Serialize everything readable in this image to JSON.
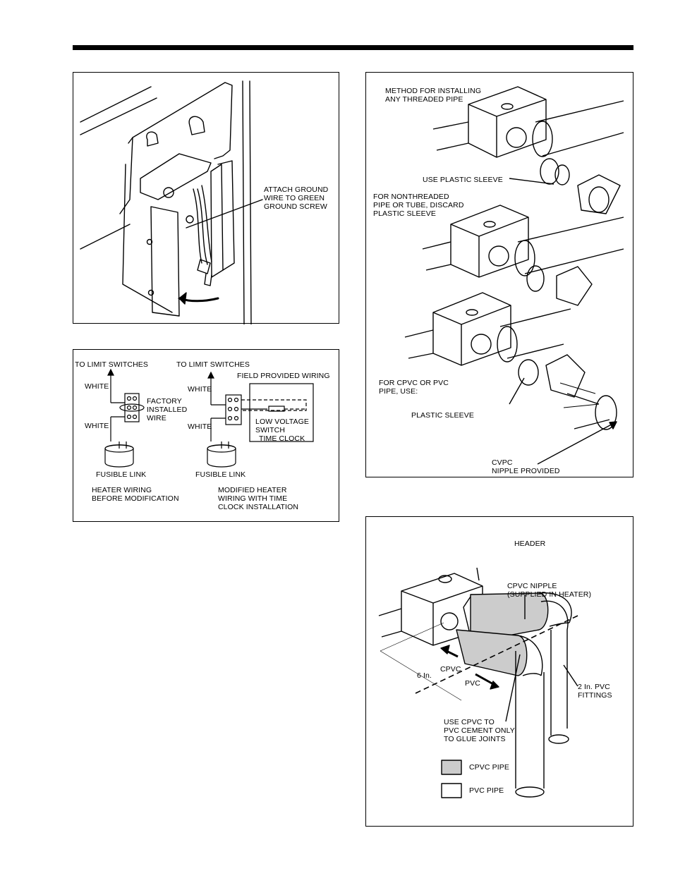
{
  "fig1": {
    "ground_label": "ATTACH GROUND\nWIRE TO GREEN\nGROUND SCREW"
  },
  "fig2": {
    "left": {
      "to_limit": "TO LIMIT SWITCHES",
      "white_top": "WHITE",
      "white_bottom": "WHITE",
      "factory_wire": "FACTORY\nINSTALLED\nWIRE",
      "fusible_link": "FUSIBLE LINK",
      "caption": "HEATER WIRING\nBEFORE MODIFICATION"
    },
    "right": {
      "to_limit": "TO LIMIT SWITCHES",
      "field_wiring": "FIELD PROVIDED WIRING",
      "white_top": "WHITE",
      "white_bottom": "WHITE",
      "low_voltage": "LOW VOLTAGE\nSWITCH",
      "time_clock": "TIME CLOCK",
      "fusible_link": "FUSIBLE LINK",
      "caption": "MODIFIED HEATER\nWIRING WITH TIME\nCLOCK INSTALLATION"
    }
  },
  "fig3": {
    "method": "METHOD FOR INSTALLING\nANY THREADED PIPE",
    "use_sleeve": "USE PLASTIC SLEEVE",
    "nonthreaded": "FOR NONTHREADED\nPIPE OR TUBE, DISCARD\nPLASTIC SLEEVE",
    "cpvc_use": "FOR CPVC OR PVC\nPIPE, USE:",
    "plastic_sleeve": "PLASTIC SLEEVE",
    "nipple": "CVPC\nNIPPLE PROVIDED"
  },
  "fig4": {
    "header": "HEADER",
    "cpvc_nipple": "CPVC NIPPLE\n(SUPPLIED IN HEATER)",
    "cpvc": "CPVC",
    "six_in": "6 In.",
    "pvc": "PVC",
    "fittings": "2 In. PVC\nFITTINGS",
    "cement": "USE CPVC TO\nPVC CEMENT ONLY\nTO GLUE JOINTS",
    "legend_cpvc": "CPVC PIPE",
    "legend_pvc": "PVC PIPE",
    "cpvc_color": "#cccccc",
    "pvc_color": "#ffffff"
  }
}
